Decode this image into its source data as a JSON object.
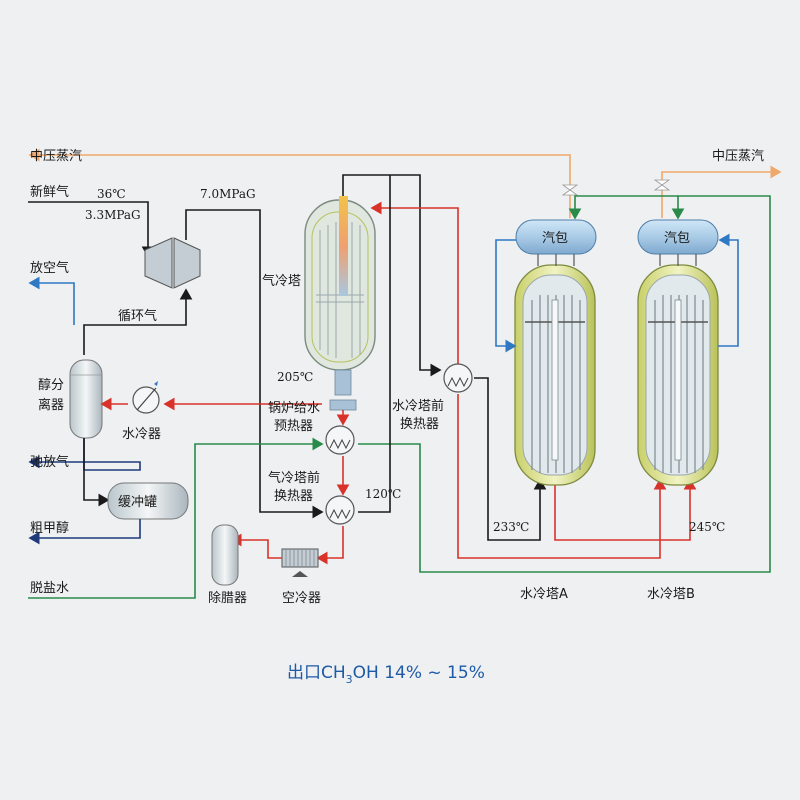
{
  "labels": {
    "mp_steam_left": "中压蒸汽",
    "mp_steam_right": "中压蒸汽",
    "fresh_gas": "新鲜气",
    "temp_36": "36℃",
    "press_33": "3.3MPaG",
    "press_70": "7.0MPaG",
    "vent_gas": "放空气",
    "recycle_gas": "循环气",
    "methanol_sep_1": "醇分",
    "methanol_sep_2": "离器",
    "water_cooler": "水冷器",
    "purge_gas": "弛放气",
    "buffer_tank": "缓冲罐",
    "crude_methanol": "粗甲醇",
    "desalted_water": "脱盐水",
    "dewaxer": "除腊器",
    "air_cooler": "空冷器",
    "gas_cooled_tower": "气冷塔",
    "temp_205": "205℃",
    "boiler_feed_1": "锅炉给水",
    "boiler_feed_2": "预热器",
    "gas_tower_hx_1": "气冷塔前",
    "gas_tower_hx_2": "换热器",
    "temp_120": "120℃",
    "water_tower_hx_1": "水冷塔前",
    "water_tower_hx_2": "换热器",
    "steam_drum_a": "汽包",
    "steam_drum_b": "汽包",
    "temp_233": "233℃",
    "temp_245": "245℃",
    "water_tower_a": "水冷塔A",
    "water_tower_b": "水冷塔B",
    "caption_prefix": "出口CH",
    "caption_sub": "3",
    "caption_suffix": "OH 14% ~ 15%"
  },
  "colors": {
    "process_line": "#1a1a1a",
    "hot_line": "#d9322b",
    "water_line": "#2a8a4a",
    "cooling_line": "#2f78c4",
    "steam_line": "#f0a86a",
    "caption": "#1f5aa6"
  }
}
